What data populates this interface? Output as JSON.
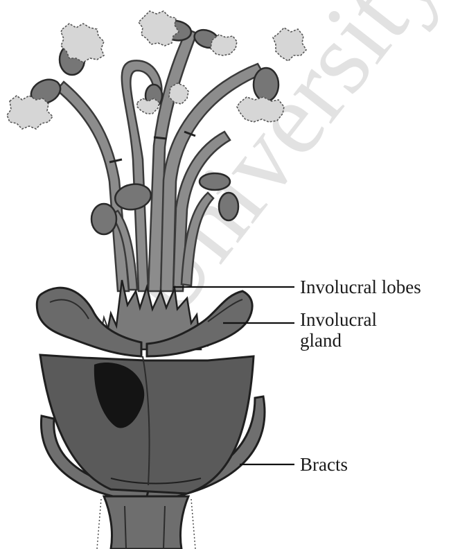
{
  "figure": {
    "watermark": "University of O",
    "labels": {
      "involucral_lobes": "Involucral lobes",
      "involucral_gland_line1": "Involucral",
      "involucral_gland_line2": "gland",
      "bracts": "Bracts"
    },
    "colors": {
      "background": "#ffffff",
      "ink": "#1a1a1a",
      "cup_fill": "#5a5a5a",
      "stamen_fill": "#8c8c8c",
      "pollen_fill": "#d6d6d6"
    }
  }
}
